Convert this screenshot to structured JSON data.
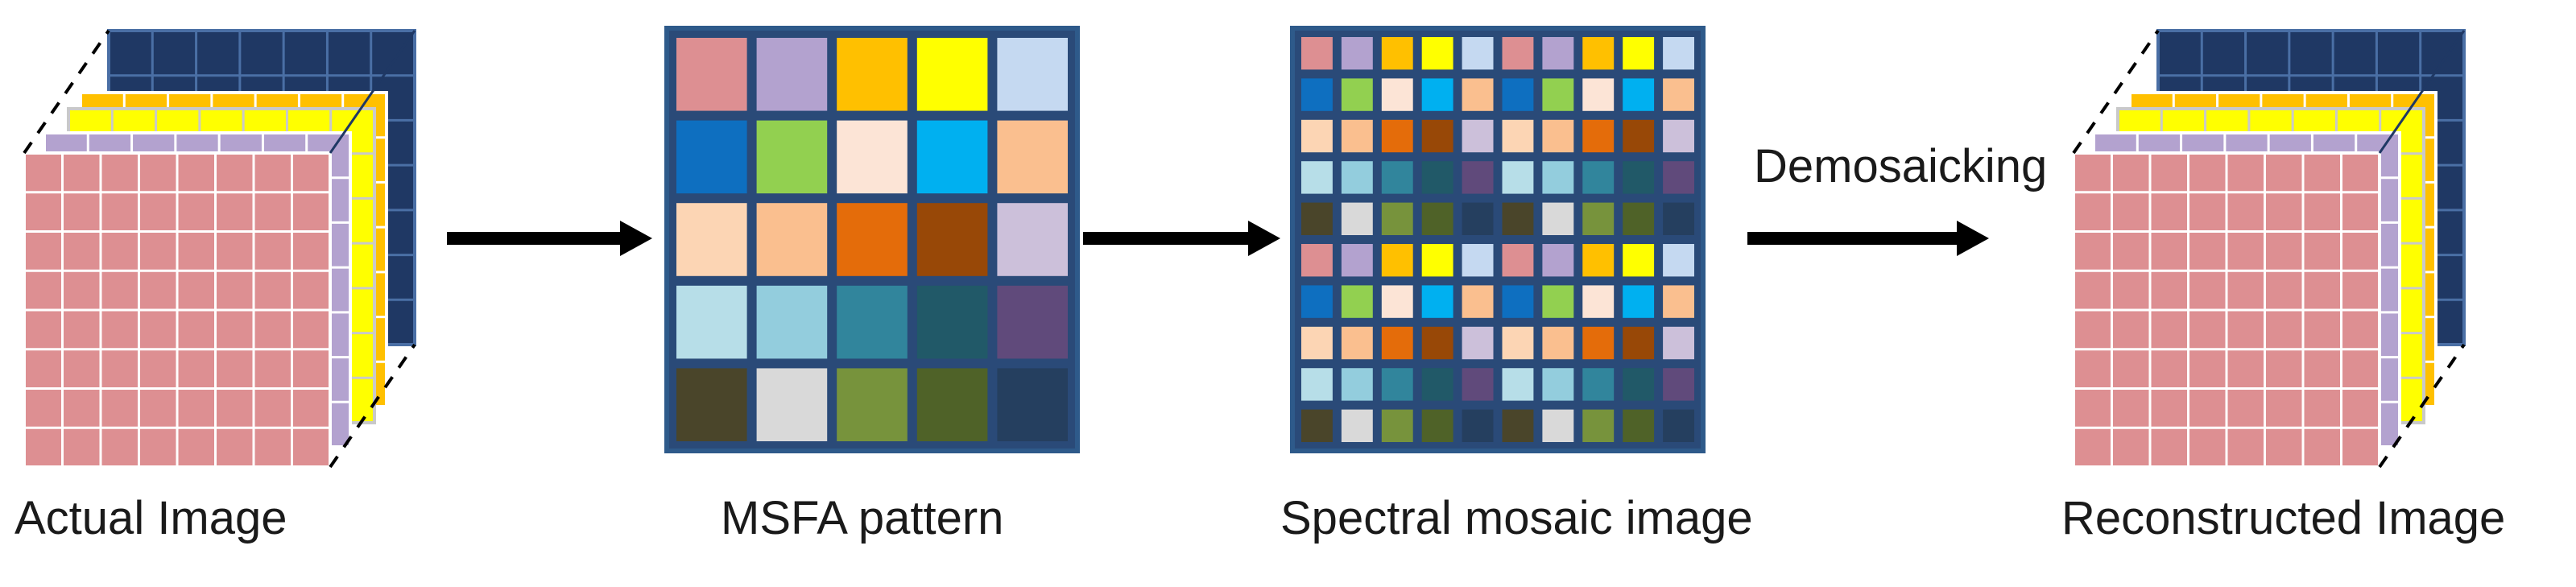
{
  "captions": {
    "actual_image": "Actual Image",
    "msfa_pattern": "MSFA pattern",
    "spectral_mosaic": "Spectral mosaic image",
    "reconstructed_image": "Reconstructed Image"
  },
  "arrow_label": "Demosaicking",
  "msfa_colors": [
    [
      "#dd8f92",
      "#b3a2cf",
      "#ffc000",
      "#ffff00",
      "#c5d9f1"
    ],
    [
      "#0e6fc0",
      "#92d050",
      "#fce4d6",
      "#00b0f0",
      "#fabf8f"
    ],
    [
      "#fcd5b4",
      "#fabf8f",
      "#e46c0a",
      "#984807",
      "#ccc0da"
    ],
    [
      "#b7dee8",
      "#93cddd",
      "#31859c",
      "#215968",
      "#604a7b"
    ],
    [
      "#4a452a",
      "#d9d9d9",
      "#77933c",
      "#4f6228",
      "#253f5f"
    ]
  ],
  "colors": {
    "grid_border": "#2e5a8a",
    "pink_band": "#dd8f92",
    "lavender_band": "#b3a2cf",
    "yellow_band": "#ffff00",
    "orange_band": "#ffc000",
    "navy_band": "#1f3864",
    "arrow": "#000000"
  }
}
